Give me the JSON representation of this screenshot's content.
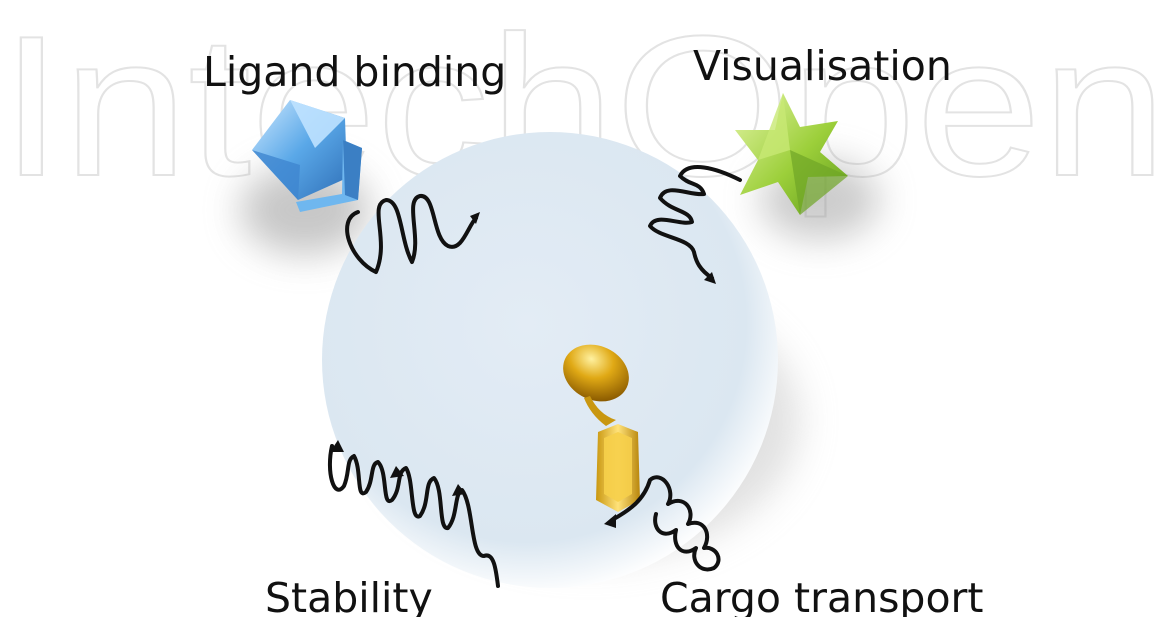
{
  "watermark": {
    "text": "IntechOpen",
    "color": "#e3e3e3"
  },
  "labels": {
    "ligand_binding": "Ligand binding",
    "visualisation": "Visualisation",
    "stability": "Stability",
    "cargo_transport": "Cargo transport"
  },
  "colors": {
    "nanoparticle": "#e6eef6",
    "ligand": "#5aa8e8",
    "fluorophore": "#9ccf3a",
    "cargo": "#d4a017",
    "linker": "#111111",
    "text": "#111111"
  },
  "icons": {
    "ligand": "blue-pentagon-ligand-icon",
    "fluorophore": "green-star-icon",
    "cargo_drop": "gold-cargo-drop-icon",
    "cargo_anchor": "gold-gem-anchor-icon"
  }
}
